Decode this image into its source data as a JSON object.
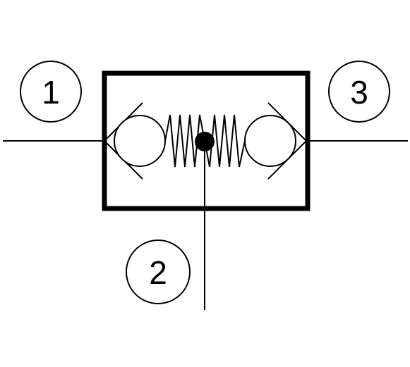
{
  "diagram": {
    "stroke_color": "#000000",
    "background": "#ffffff",
    "ports": [
      {
        "id": "port-1",
        "label": "1"
      },
      {
        "id": "port-2",
        "label": "2"
      },
      {
        "id": "port-3",
        "label": "3"
      }
    ]
  }
}
